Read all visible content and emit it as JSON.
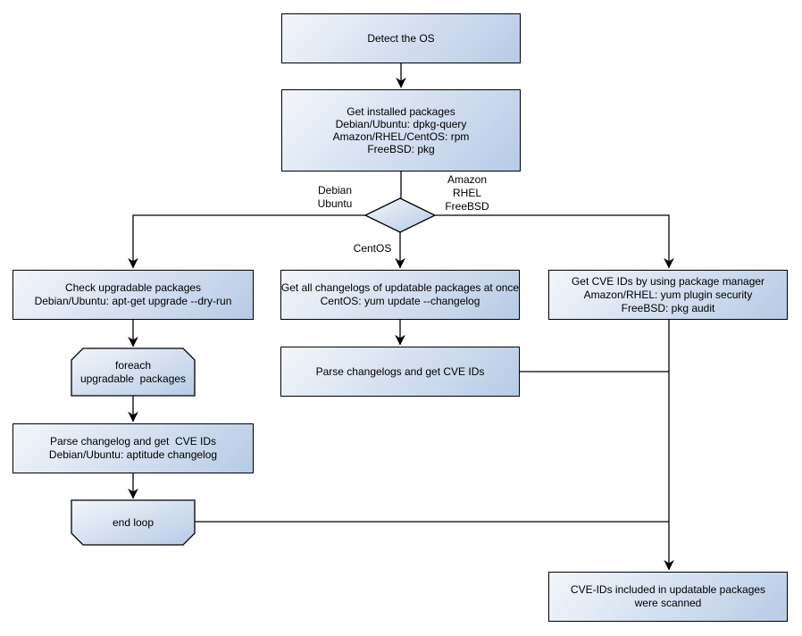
{
  "diagram": {
    "type": "flowchart",
    "nodes": {
      "detect_os": "Detect the OS",
      "get_installed_packages": "Get installed packages\nDebian/Ubuntu: dpkg-query\nAmazon/RHEL/CentOS: rpm\nFreeBSD: pkg",
      "check_upgradable_packages": "Check upgradable packages\nDebian/Ubuntu: apt-get upgrade --dry-run",
      "foreach_loop": "foreach\nupgradable  packages",
      "parse_changelog_debian": "Parse changelog and get  CVE IDs\nDebian/Ubuntu: aptitude changelog",
      "end_loop": "end loop",
      "get_all_changelogs": "Get all changelogs of updatable packages at once\nCentOS: yum update --changelog",
      "parse_changelogs_centos": "Parse changelogs and get CVE IDs",
      "get_cve_ids_pkg_manager": "Get CVE IDs by using package manager\nAmazon/RHEL: yum plugin security\nFreeBSD: pkg audit",
      "cve_ids_scanned": "CVE-IDs included in updatable packages\nwere scanned"
    },
    "edge_labels": {
      "debian_ubuntu": "Debian\nUbuntu",
      "amazon_rhel_freebsd": "Amazon\nRHEL\nFreeBSD",
      "centos": "CentOS"
    },
    "colors": {
      "node_fill_start": "#f3f6fa",
      "node_fill_end": "#b7cbe6",
      "node_border": "#000000",
      "connector": "#000000",
      "background": "#ffffff"
    }
  }
}
